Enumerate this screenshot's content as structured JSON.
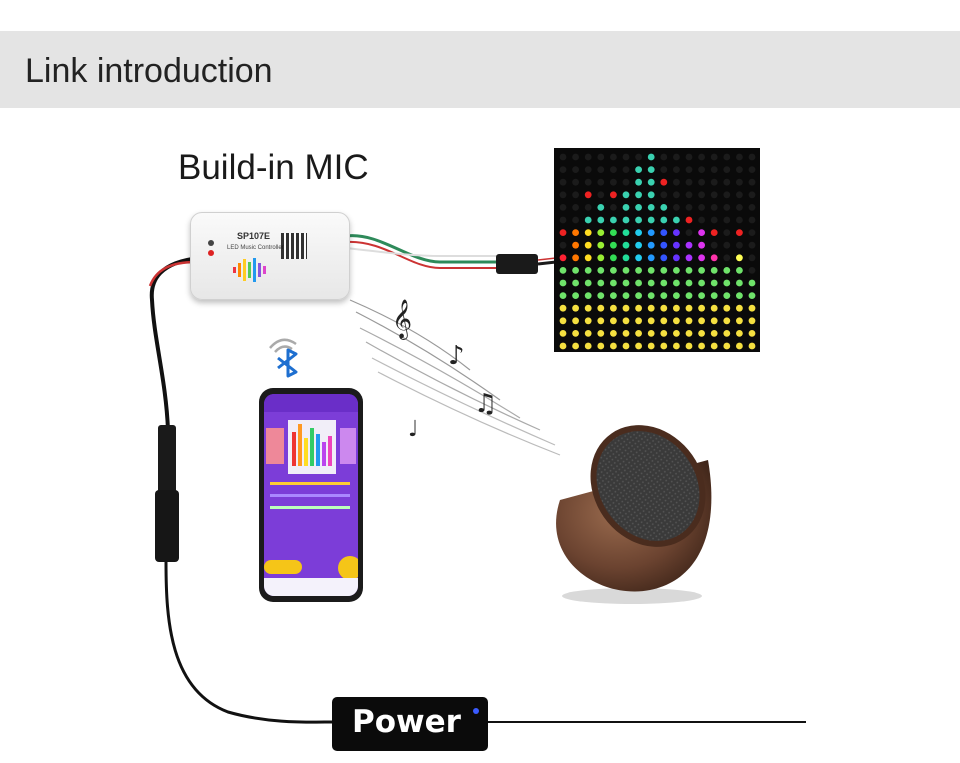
{
  "header": {
    "title": "Link introduction"
  },
  "diagram": {
    "mic_label": "Build-in MIC",
    "controller": {
      "model": "SP107E",
      "subtitle": "LED Music Controller"
    },
    "power_label": "Power"
  },
  "colors": {
    "header_band": "#e4e4e4",
    "bluetooth": "#1e6fd0",
    "app_purple": "#7c3dd8"
  },
  "icons": [
    "bluetooth-icon",
    "music-note-icon",
    "phone",
    "speaker",
    "led-matrix"
  ]
}
